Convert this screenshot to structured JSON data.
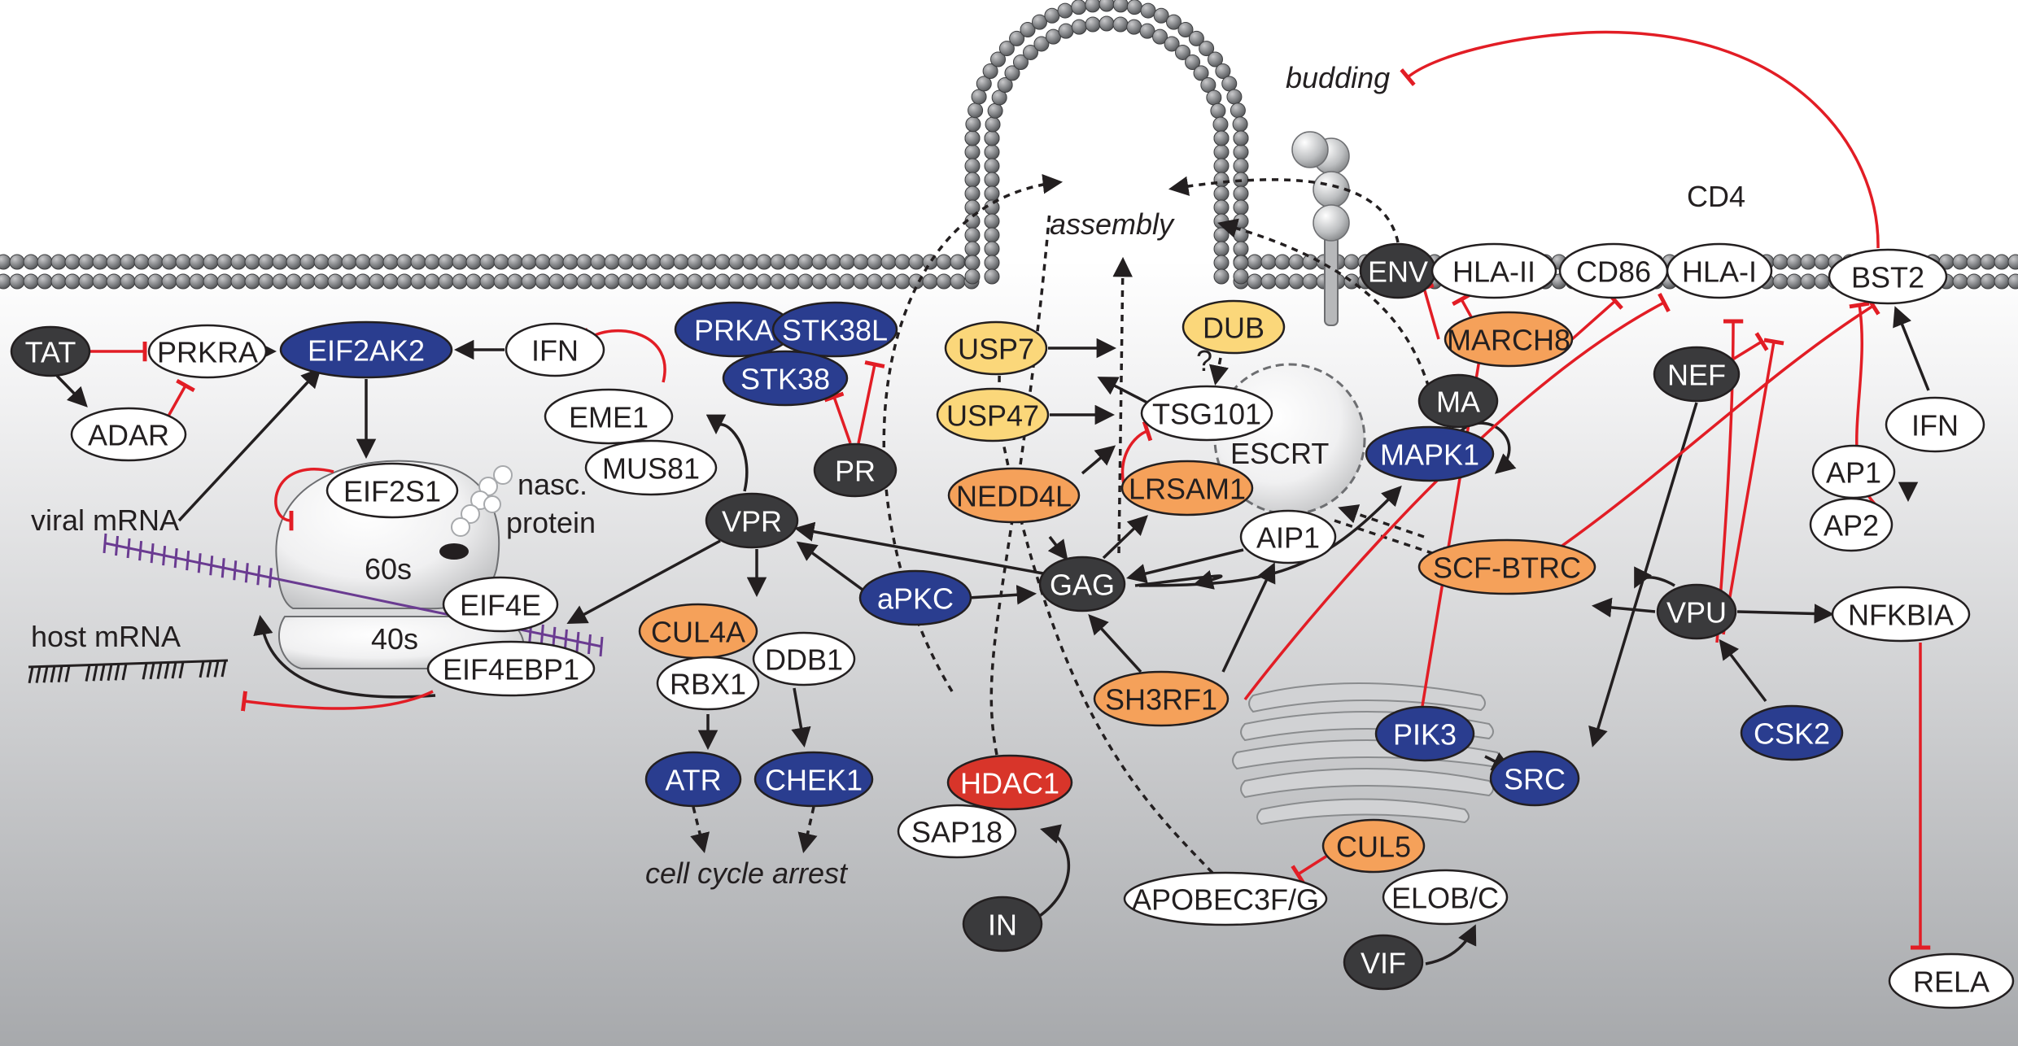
{
  "palette": {
    "dark": "#3a3a3c",
    "blue": "#2a3d8f",
    "orange": "#f5a15a",
    "yellow": "#fbd77a",
    "red": "#d8352a",
    "white": "#ffffff",
    "inhibit": "#e21d25",
    "activate": "#231f20"
  },
  "nodes": [
    {
      "id": "TAT",
      "label": "TAT",
      "color": "dark"
    },
    {
      "id": "PRKRA",
      "label": "PRKRA",
      "color": "white"
    },
    {
      "id": "ADAR",
      "label": "ADAR",
      "color": "white"
    },
    {
      "id": "EIF2AK2",
      "label": "EIF2AK2",
      "color": "blue"
    },
    {
      "id": "IFN1",
      "label": "IFN",
      "color": "white"
    },
    {
      "id": "EME1",
      "label": "EME1",
      "color": "white"
    },
    {
      "id": "MUS81",
      "label": "MUS81",
      "color": "white"
    },
    {
      "id": "EIF2S1",
      "label": "EIF2S1",
      "color": "white"
    },
    {
      "id": "EIF4E",
      "label": "EIF4E",
      "color": "white"
    },
    {
      "id": "EIF4EBP1",
      "label": "EIF4EBP1",
      "color": "white"
    },
    {
      "id": "PRKA",
      "label": "PRKA",
      "color": "blue"
    },
    {
      "id": "STK38L",
      "label": "STK38L",
      "color": "blue"
    },
    {
      "id": "STK38",
      "label": "STK38",
      "color": "blue"
    },
    {
      "id": "PR",
      "label": "PR",
      "color": "dark"
    },
    {
      "id": "VPR",
      "label": "VPR",
      "color": "dark"
    },
    {
      "id": "aPKC",
      "label": "aPKC",
      "color": "blue"
    },
    {
      "id": "CUL4A",
      "label": "CUL4A",
      "color": "orange"
    },
    {
      "id": "DDB1",
      "label": "DDB1",
      "color": "white"
    },
    {
      "id": "RBX1",
      "label": "RBX1",
      "color": "white"
    },
    {
      "id": "ATR",
      "label": "ATR",
      "color": "blue"
    },
    {
      "id": "CHEK1",
      "label": "CHEK1",
      "color": "blue"
    },
    {
      "id": "USP7",
      "label": "USP7",
      "color": "yellow"
    },
    {
      "id": "USP47",
      "label": "USP47",
      "color": "yellow"
    },
    {
      "id": "NEDD4L",
      "label": "NEDD4L",
      "color": "orange"
    },
    {
      "id": "DUB",
      "label": "DUB",
      "color": "yellow"
    },
    {
      "id": "TSG101",
      "label": "TSG101",
      "color": "white"
    },
    {
      "id": "LRSAM1",
      "label": "LRSAM1",
      "color": "orange"
    },
    {
      "id": "AIP1",
      "label": "AIP1",
      "color": "white"
    },
    {
      "id": "GAG",
      "label": "GAG",
      "color": "dark"
    },
    {
      "id": "MA",
      "label": "MA",
      "color": "dark"
    },
    {
      "id": "MAPK1",
      "label": "MAPK1",
      "color": "blue"
    },
    {
      "id": "HDAC1",
      "label": "HDAC1",
      "color": "red"
    },
    {
      "id": "SAP18",
      "label": "SAP18",
      "color": "white"
    },
    {
      "id": "IN",
      "label": "IN",
      "color": "dark"
    },
    {
      "id": "SH3RF1",
      "label": "SH3RF1",
      "color": "orange"
    },
    {
      "id": "PIK3",
      "label": "PIK3",
      "color": "blue"
    },
    {
      "id": "SRC",
      "label": "SRC",
      "color": "blue"
    },
    {
      "id": "CUL5",
      "label": "CUL5",
      "color": "orange"
    },
    {
      "id": "APOBEC3FG",
      "label": "APOBEC3F/G",
      "color": "white"
    },
    {
      "id": "ELOBC",
      "label": "ELOB/C",
      "color": "white"
    },
    {
      "id": "VIF",
      "label": "VIF",
      "color": "dark"
    },
    {
      "id": "ENV",
      "label": "ENV",
      "color": "dark"
    },
    {
      "id": "HLAII",
      "label": "HLA-II",
      "color": "white"
    },
    {
      "id": "CD86",
      "label": "CD86",
      "color": "white"
    },
    {
      "id": "HLAI",
      "label": "HLA-I",
      "color": "white"
    },
    {
      "id": "MARCH8",
      "label": "MARCH8",
      "color": "orange"
    },
    {
      "id": "BST2",
      "label": "BST2",
      "color": "white"
    },
    {
      "id": "NEF",
      "label": "NEF",
      "color": "dark"
    },
    {
      "id": "IFN2",
      "label": "IFN",
      "color": "white"
    },
    {
      "id": "AP1",
      "label": "AP1",
      "color": "white"
    },
    {
      "id": "AP2",
      "label": "AP2",
      "color": "white"
    },
    {
      "id": "SCFBTRC",
      "label": "SCF-BTRC",
      "color": "orange"
    },
    {
      "id": "VPU",
      "label": "VPU",
      "color": "dark"
    },
    {
      "id": "NFKBIA",
      "label": "NFKBIA",
      "color": "white"
    },
    {
      "id": "CSK2",
      "label": "CSK2",
      "color": "blue"
    },
    {
      "id": "RELA",
      "label": "RELA",
      "color": "white"
    }
  ],
  "labels": {
    "budding": "budding",
    "assembly": "assembly",
    "cd4": "CD4",
    "escrt": "ESCRT",
    "question": "?",
    "viral_mrna": "viral mRNA",
    "host_mrna": "host mRNA",
    "nasc": "nasc.",
    "protein": "protein",
    "ribo60": "60s",
    "ribo40": "40s",
    "cell_cycle_arrest": "cell cycle arrest"
  }
}
